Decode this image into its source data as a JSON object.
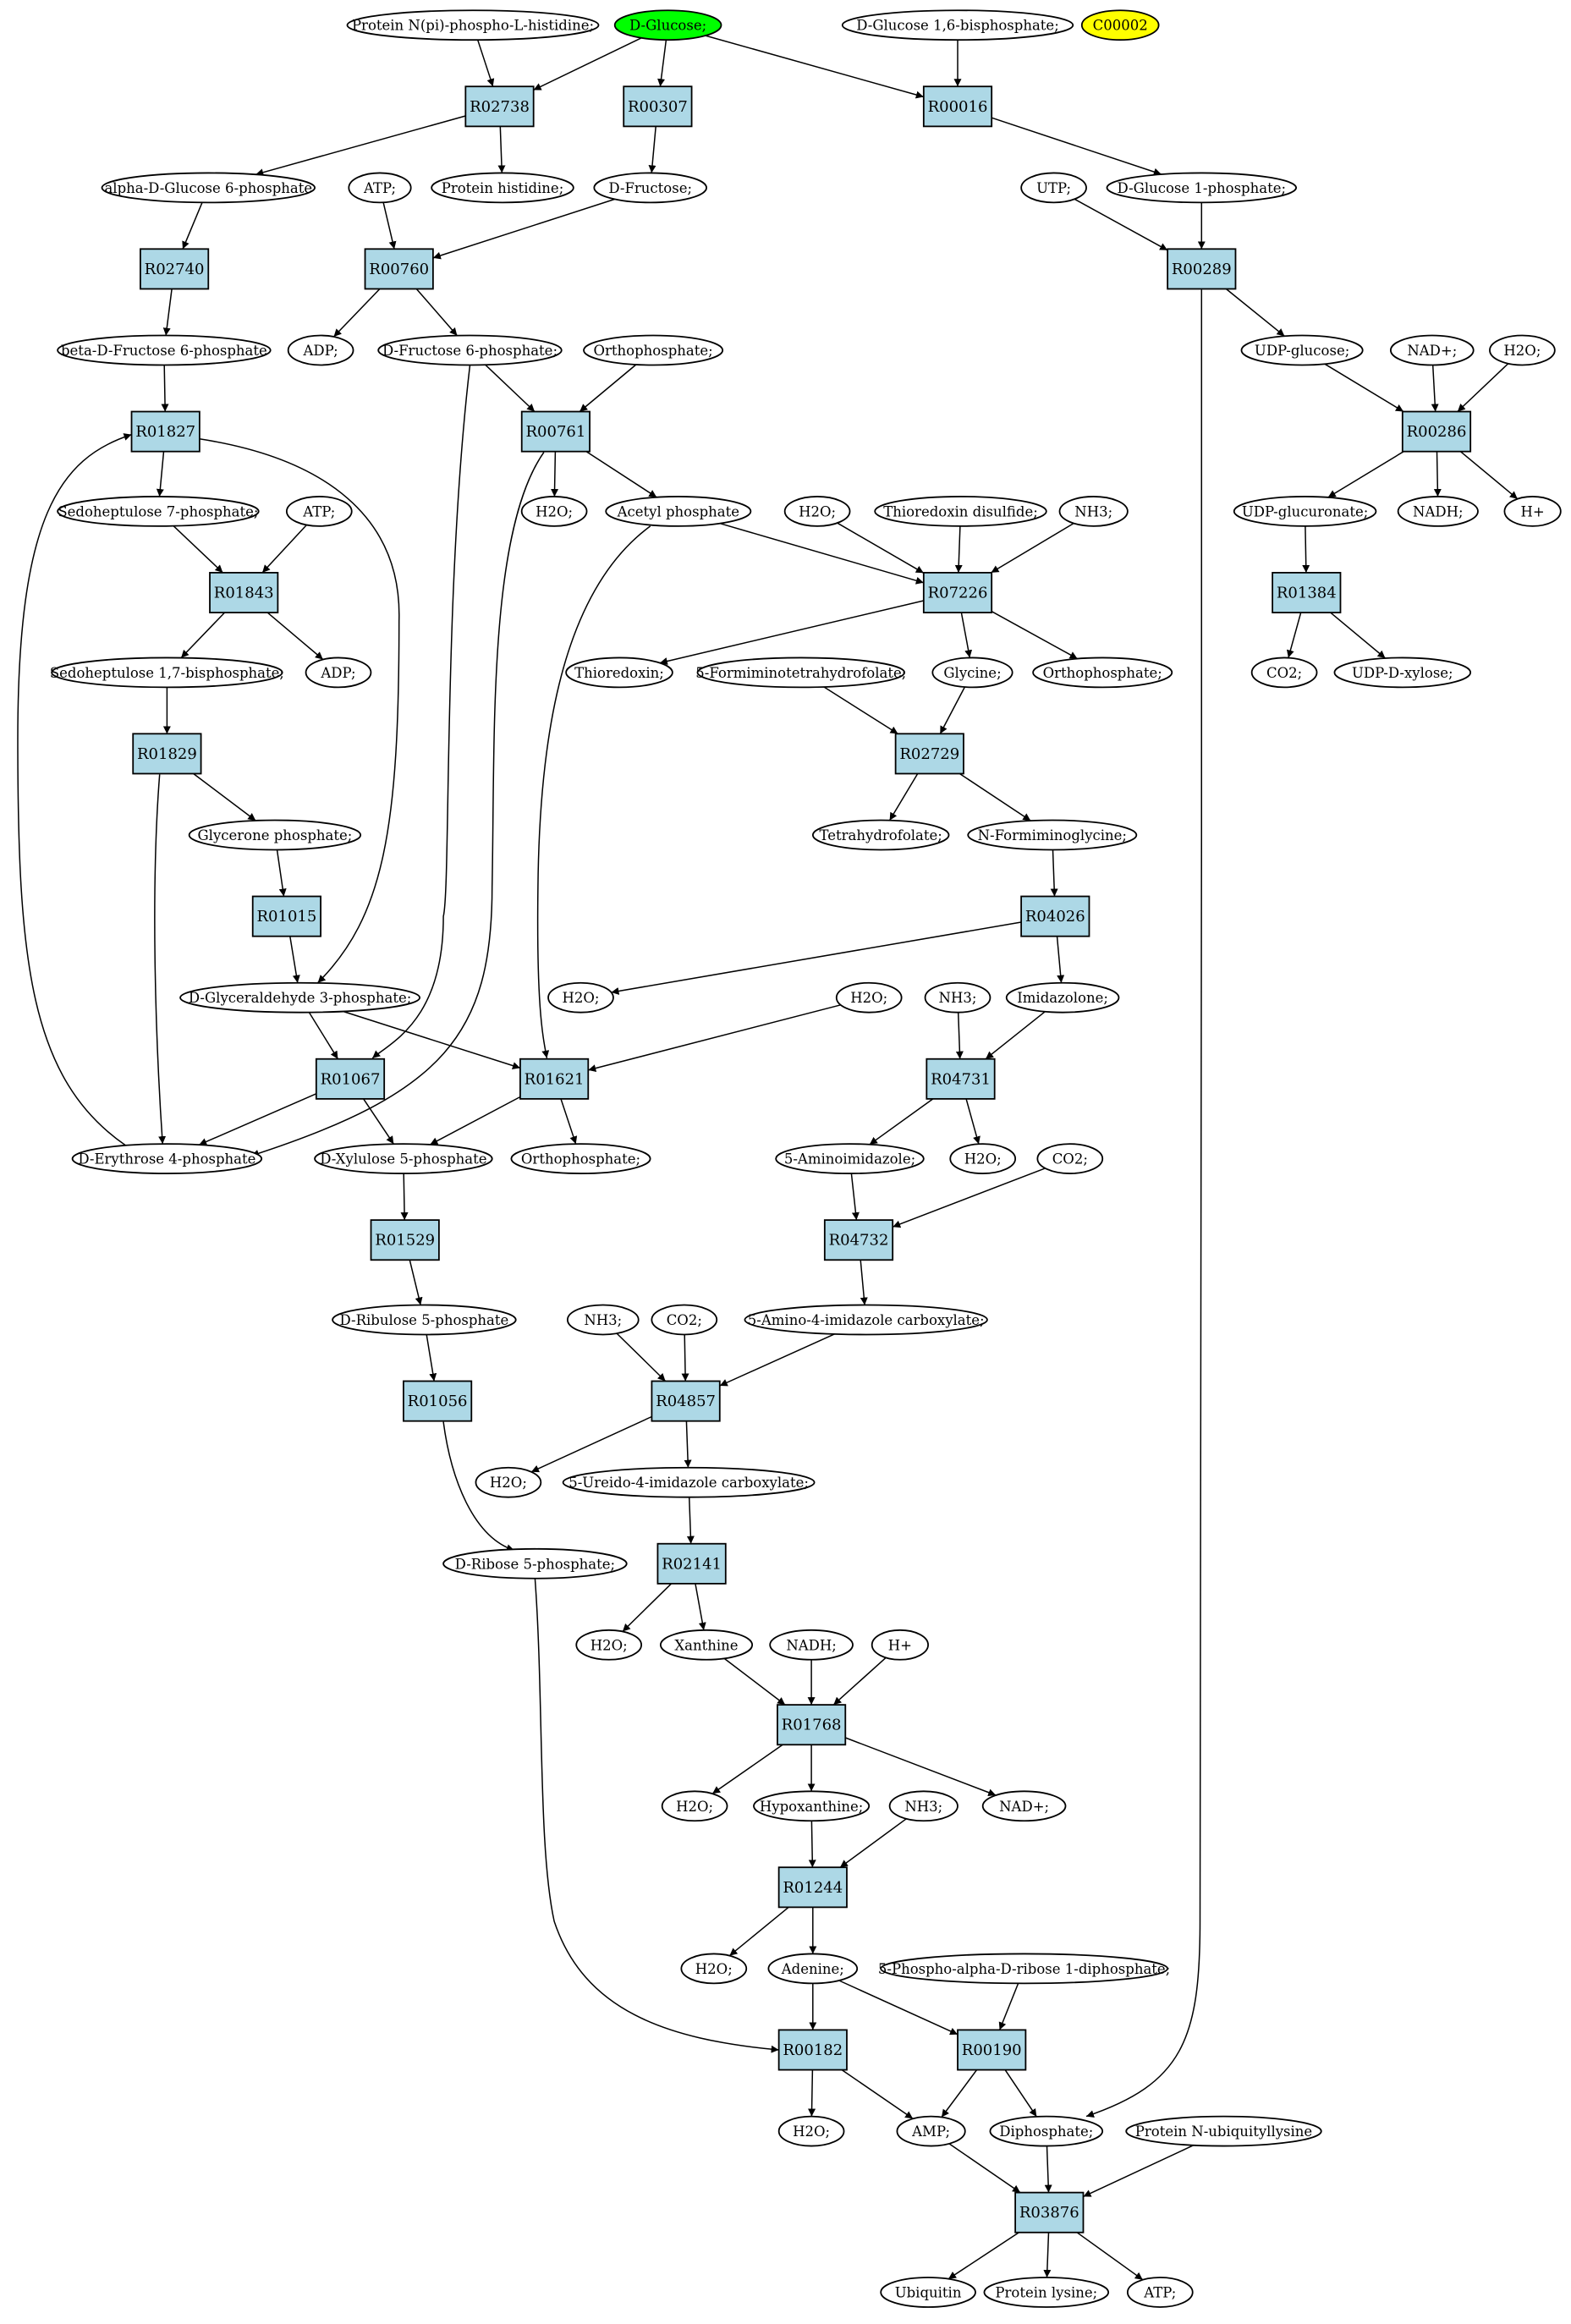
{
  "colors": {
    "reaction_fill": "#add8e6",
    "highlight_source": "#00ff00",
    "highlight_marker": "#ffff00",
    "compound_fill": "#ffffff",
    "edge": "#000000"
  },
  "nodes": {
    "n_prot_nphos": {
      "kind": "compound",
      "label": "Protein N(pi)-phospho-L-histidine;"
    },
    "n_dglucose": {
      "kind": "compound",
      "label": "D-Glucose;",
      "fill": "#00ff00"
    },
    "n_dg16bp": {
      "kind": "compound",
      "label": "D-Glucose 1,6-bisphosphate;"
    },
    "n_c00002": {
      "kind": "compound",
      "label": "C00002",
      "fill": "#ffff00"
    },
    "r_R02738": {
      "kind": "reaction",
      "label": "R02738"
    },
    "r_R00307": {
      "kind": "reaction",
      "label": "R00307"
    },
    "r_R00016": {
      "kind": "reaction",
      "label": "R00016"
    },
    "n_ag6p": {
      "kind": "compound",
      "label": "alpha-D-Glucose 6-phosphate"
    },
    "n_atp1": {
      "kind": "compound",
      "label": "ATP;"
    },
    "n_prothis": {
      "kind": "compound",
      "label": "Protein histidine;"
    },
    "n_dfruc": {
      "kind": "compound",
      "label": "D-Fructose;"
    },
    "n_utp": {
      "kind": "compound",
      "label": "UTP;"
    },
    "n_dg1p": {
      "kind": "compound",
      "label": "D-Glucose 1-phosphate;"
    },
    "r_R02740": {
      "kind": "reaction",
      "label": "R02740"
    },
    "r_R00760": {
      "kind": "reaction",
      "label": "R00760"
    },
    "r_R00289": {
      "kind": "reaction",
      "label": "R00289"
    },
    "n_bf6p": {
      "kind": "compound",
      "label": "beta-D-Fructose 6-phosphate"
    },
    "n_adp1": {
      "kind": "compound",
      "label": "ADP;"
    },
    "n_df6p": {
      "kind": "compound",
      "label": "D-Fructose 6-phosphate;"
    },
    "n_ophos1": {
      "kind": "compound",
      "label": "Orthophosphate;"
    },
    "n_udpglc": {
      "kind": "compound",
      "label": "UDP-glucose;"
    },
    "n_nadp1": {
      "kind": "compound",
      "label": "NAD+;"
    },
    "n_h2o1": {
      "kind": "compound",
      "label": "H2O;"
    },
    "r_R01827": {
      "kind": "reaction",
      "label": "R01827"
    },
    "r_R00761": {
      "kind": "reaction",
      "label": "R00761"
    },
    "r_R00286": {
      "kind": "reaction",
      "label": "R00286"
    },
    "n_s7p": {
      "kind": "compound",
      "label": "Sedoheptulose 7-phosphate;"
    },
    "n_atp2": {
      "kind": "compound",
      "label": "ATP;"
    },
    "n_h2o2": {
      "kind": "compound",
      "label": "H2O;"
    },
    "n_acp": {
      "kind": "compound",
      "label": "Acetyl phosphate"
    },
    "n_h2o3": {
      "kind": "compound",
      "label": "H2O;"
    },
    "n_trxss": {
      "kind": "compound",
      "label": "Thioredoxin disulfide;"
    },
    "n_nh3a": {
      "kind": "compound",
      "label": "NH3;"
    },
    "n_udpgluc": {
      "kind": "compound",
      "label": "UDP-glucuronate;"
    },
    "n_nadh1": {
      "kind": "compound",
      "label": "NADH;"
    },
    "n_hp1": {
      "kind": "compound",
      "label": "H+"
    },
    "r_R01843": {
      "kind": "reaction",
      "label": "R01843"
    },
    "r_R07226": {
      "kind": "reaction",
      "label": "R07226"
    },
    "r_R01384": {
      "kind": "reaction",
      "label": "R01384"
    },
    "n_s17bp": {
      "kind": "compound",
      "label": "Sedoheptulose 1,7-bisphosphate;"
    },
    "n_adp2": {
      "kind": "compound",
      "label": "ADP;"
    },
    "n_trx": {
      "kind": "compound",
      "label": "Thioredoxin;"
    },
    "n_5fthf": {
      "kind": "compound",
      "label": "5-Formiminotetrahydrofolate;"
    },
    "n_gly": {
      "kind": "compound",
      "label": "Glycine;"
    },
    "n_ophos2": {
      "kind": "compound",
      "label": "Orthophosphate;"
    },
    "n_co2a": {
      "kind": "compound",
      "label": "CO2;"
    },
    "n_udpxyl": {
      "kind": "compound",
      "label": "UDP-D-xylose;"
    },
    "r_R01829": {
      "kind": "reaction",
      "label": "R01829"
    },
    "r_R02729": {
      "kind": "reaction",
      "label": "R02729"
    },
    "n_glyp": {
      "kind": "compound",
      "label": "Glycerone phosphate;"
    },
    "n_thf": {
      "kind": "compound",
      "label": "Tetrahydrofolate;"
    },
    "n_nfgly": {
      "kind": "compound",
      "label": "N-Formiminoglycine;"
    },
    "r_R01015": {
      "kind": "reaction",
      "label": "R01015"
    },
    "r_R04026": {
      "kind": "reaction",
      "label": "R04026"
    },
    "n_dg3p": {
      "kind": "compound",
      "label": "D-Glyceraldehyde 3-phosphate;"
    },
    "n_h2o4": {
      "kind": "compound",
      "label": "H2O;"
    },
    "n_h2o5": {
      "kind": "compound",
      "label": "H2O;"
    },
    "n_nh3b": {
      "kind": "compound",
      "label": "NH3;"
    },
    "n_imid": {
      "kind": "compound",
      "label": "Imidazolone;"
    },
    "r_R01067": {
      "kind": "reaction",
      "label": "R01067"
    },
    "r_R01621": {
      "kind": "reaction",
      "label": "R01621"
    },
    "r_R04731": {
      "kind": "reaction",
      "label": "R04731"
    },
    "n_de4p": {
      "kind": "compound",
      "label": "D-Erythrose 4-phosphate"
    },
    "n_dx5p": {
      "kind": "compound",
      "label": "D-Xylulose 5-phosphate"
    },
    "n_ophos3": {
      "kind": "compound",
      "label": "Orthophosphate;"
    },
    "n_5aim": {
      "kind": "compound",
      "label": "5-Aminoimidazole;"
    },
    "n_h2o6": {
      "kind": "compound",
      "label": "H2O;"
    },
    "n_co2b": {
      "kind": "compound",
      "label": "CO2;"
    },
    "r_R01529": {
      "kind": "reaction",
      "label": "R01529"
    },
    "r_R04732": {
      "kind": "reaction",
      "label": "R04732"
    },
    "n_dr5p": {
      "kind": "compound",
      "label": "D-Ribulose 5-phosphate"
    },
    "n_nh3c": {
      "kind": "compound",
      "label": "NH3;"
    },
    "n_co2c": {
      "kind": "compound",
      "label": "CO2;"
    },
    "n_5a4ic": {
      "kind": "compound",
      "label": "5-Amino-4-imidazole carboxylate;"
    },
    "r_R01056": {
      "kind": "reaction",
      "label": "R01056"
    },
    "r_R04857": {
      "kind": "reaction",
      "label": "R04857"
    },
    "n_h2o7": {
      "kind": "compound",
      "label": "H2O;"
    },
    "n_5u4ic": {
      "kind": "compound",
      "label": "5-Ureido-4-imidazole carboxylate;"
    },
    "n_drib5p": {
      "kind": "compound",
      "label": "D-Ribose 5-phosphate;"
    },
    "r_R02141": {
      "kind": "reaction",
      "label": "R02141"
    },
    "n_h2o8": {
      "kind": "compound",
      "label": "H2O;"
    },
    "n_xan": {
      "kind": "compound",
      "label": "Xanthine"
    },
    "n_nadh2": {
      "kind": "compound",
      "label": "NADH;"
    },
    "n_hp2": {
      "kind": "compound",
      "label": "H+"
    },
    "r_R01768": {
      "kind": "reaction",
      "label": "R01768"
    },
    "n_h2o9": {
      "kind": "compound",
      "label": "H2O;"
    },
    "n_hyp": {
      "kind": "compound",
      "label": "Hypoxanthine;"
    },
    "n_nh3d": {
      "kind": "compound",
      "label": "NH3;"
    },
    "n_nadp2": {
      "kind": "compound",
      "label": "NAD+;"
    },
    "r_R01244": {
      "kind": "reaction",
      "label": "R01244"
    },
    "n_h2o10": {
      "kind": "compound",
      "label": "H2O;"
    },
    "n_ade": {
      "kind": "compound",
      "label": "Adenine;"
    },
    "n_prpp": {
      "kind": "compound",
      "label": "5-Phospho-alpha-D-ribose 1-diphosphate;"
    },
    "r_R00182": {
      "kind": "reaction",
      "label": "R00182"
    },
    "r_R00190": {
      "kind": "reaction",
      "label": "R00190"
    },
    "n_h2o11": {
      "kind": "compound",
      "label": "H2O;"
    },
    "n_amp": {
      "kind": "compound",
      "label": "AMP;"
    },
    "n_ppi": {
      "kind": "compound",
      "label": "Diphosphate;"
    },
    "n_pnub": {
      "kind": "compound",
      "label": "Protein N-ubiquityllysine"
    },
    "r_R03876": {
      "kind": "reaction",
      "label": "R03876"
    },
    "n_ubq": {
      "kind": "compound",
      "label": "Ubiquitin"
    },
    "n_protlys": {
      "kind": "compound",
      "label": "Protein lysine;"
    },
    "n_atp3": {
      "kind": "compound",
      "label": "ATP;"
    }
  },
  "edges": [
    [
      "n_dglucose",
      "r_R02738"
    ],
    [
      "n_prot_nphos",
      "r_R02738"
    ],
    [
      "n_dglucose",
      "r_R00307"
    ],
    [
      "n_dglucose",
      "r_R00016"
    ],
    [
      "n_dg16bp",
      "r_R00016"
    ],
    [
      "r_R02738",
      "n_ag6p"
    ],
    [
      "r_R02738",
      "n_prothis"
    ],
    [
      "r_R00307",
      "n_dfruc"
    ],
    [
      "r_R00016",
      "n_dg1p"
    ],
    [
      "n_ag6p",
      "r_R02740"
    ],
    [
      "n_atp1",
      "r_R00760"
    ],
    [
      "n_dfruc",
      "r_R00760"
    ],
    [
      "n_utp",
      "r_R00289"
    ],
    [
      "n_dg1p",
      "r_R00289"
    ],
    [
      "r_R02740",
      "n_bf6p"
    ],
    [
      "r_R00760",
      "n_adp1"
    ],
    [
      "r_R00760",
      "n_df6p"
    ],
    [
      "r_R00289",
      "n_udpglc"
    ],
    [
      "r_R00289",
      "n_ppi"
    ],
    [
      "n_bf6p",
      "r_R01827"
    ],
    [
      "n_df6p",
      "r_R00761"
    ],
    [
      "n_ophos1",
      "r_R00761"
    ],
    [
      "n_df6p",
      "r_R01067"
    ],
    [
      "n_udpglc",
      "r_R00286"
    ],
    [
      "n_nadp1",
      "r_R00286"
    ],
    [
      "n_h2o1",
      "r_R00286"
    ],
    [
      "r_R01827",
      "n_s7p"
    ],
    [
      "r_R01827",
      "n_dg3p"
    ],
    [
      "r_R00761",
      "n_h2o2"
    ],
    [
      "r_R00761",
      "n_acp"
    ],
    [
      "r_R00761",
      "n_de4p"
    ],
    [
      "r_R00286",
      "n_udpgluc"
    ],
    [
      "r_R00286",
      "n_nadh1"
    ],
    [
      "r_R00286",
      "n_hp1"
    ],
    [
      "n_s7p",
      "r_R01843"
    ],
    [
      "n_atp2",
      "r_R01843"
    ],
    [
      "n_acp",
      "r_R07226"
    ],
    [
      "n_h2o3",
      "r_R07226"
    ],
    [
      "n_trxss",
      "r_R07226"
    ],
    [
      "n_nh3a",
      "r_R07226"
    ],
    [
      "n_acp",
      "r_R01621"
    ],
    [
      "n_udpgluc",
      "r_R01384"
    ],
    [
      "r_R01843",
      "n_s17bp"
    ],
    [
      "r_R01843",
      "n_adp2"
    ],
    [
      "r_R07226",
      "n_trx"
    ],
    [
      "r_R07226",
      "n_gly"
    ],
    [
      "r_R07226",
      "n_ophos2"
    ],
    [
      "r_R01384",
      "n_co2a"
    ],
    [
      "r_R01384",
      "n_udpxyl"
    ],
    [
      "n_s17bp",
      "r_R01829"
    ],
    [
      "n_5fthf",
      "r_R02729"
    ],
    [
      "n_gly",
      "r_R02729"
    ],
    [
      "r_R01829",
      "n_glyp"
    ],
    [
      "r_R01829",
      "n_de4p"
    ],
    [
      "r_R02729",
      "n_thf"
    ],
    [
      "r_R02729",
      "n_nfgly"
    ],
    [
      "n_glyp",
      "r_R01015"
    ],
    [
      "n_nfgly",
      "r_R04026"
    ],
    [
      "r_R01015",
      "n_dg3p"
    ],
    [
      "r_R04026",
      "n_h2o4"
    ],
    [
      "r_R04026",
      "n_imid"
    ],
    [
      "n_dg3p",
      "r_R01067"
    ],
    [
      "n_dg3p",
      "r_R01621"
    ],
    [
      "n_h2o5",
      "r_R01621"
    ],
    [
      "n_nh3b",
      "r_R04731"
    ],
    [
      "n_imid",
      "r_R04731"
    ],
    [
      "r_R01067",
      "n_de4p"
    ],
    [
      "r_R01067",
      "n_dx5p"
    ],
    [
      "r_R01621",
      "n_dx5p"
    ],
    [
      "r_R01621",
      "n_ophos3"
    ],
    [
      "r_R04731",
      "n_5aim"
    ],
    [
      "r_R04731",
      "n_h2o6"
    ],
    [
      "n_de4p",
      "r_R01827"
    ],
    [
      "n_dx5p",
      "r_R01529"
    ],
    [
      "n_5aim",
      "r_R04732"
    ],
    [
      "n_co2b",
      "r_R04732"
    ],
    [
      "r_R01529",
      "n_dr5p"
    ],
    [
      "r_R04732",
      "n_5a4ic"
    ],
    [
      "n_dr5p",
      "r_R01056"
    ],
    [
      "n_nh3c",
      "r_R04857"
    ],
    [
      "n_co2c",
      "r_R04857"
    ],
    [
      "n_5a4ic",
      "r_R04857"
    ],
    [
      "r_R01056",
      "n_drib5p"
    ],
    [
      "r_R04857",
      "n_h2o7"
    ],
    [
      "r_R04857",
      "n_5u4ic"
    ],
    [
      "n_5u4ic",
      "r_R02141"
    ],
    [
      "r_R02141",
      "n_h2o8"
    ],
    [
      "r_R02141",
      "n_xan"
    ],
    [
      "n_xan",
      "r_R01768"
    ],
    [
      "n_nadh2",
      "r_R01768"
    ],
    [
      "n_hp2",
      "r_R01768"
    ],
    [
      "r_R01768",
      "n_h2o9"
    ],
    [
      "r_R01768",
      "n_hyp"
    ],
    [
      "r_R01768",
      "n_nadp2"
    ],
    [
      "n_hyp",
      "r_R01244"
    ],
    [
      "n_nh3d",
      "r_R01244"
    ],
    [
      "r_R01244",
      "n_h2o10"
    ],
    [
      "r_R01244",
      "n_ade"
    ],
    [
      "n_ade",
      "r_R00182"
    ],
    [
      "n_drib5p",
      "r_R00182"
    ],
    [
      "n_ade",
      "r_R00190"
    ],
    [
      "n_prpp",
      "r_R00190"
    ],
    [
      "r_R00182",
      "n_h2o11"
    ],
    [
      "r_R00182",
      "n_amp"
    ],
    [
      "r_R00190",
      "n_amp"
    ],
    [
      "r_R00190",
      "n_ppi"
    ],
    [
      "n_amp",
      "r_R03876"
    ],
    [
      "n_ppi",
      "r_R03876"
    ],
    [
      "n_pnub",
      "r_R03876"
    ],
    [
      "r_R03876",
      "n_ubq"
    ],
    [
      "r_R03876",
      "n_protlys"
    ],
    [
      "r_R03876",
      "n_atp3"
    ]
  ]
}
